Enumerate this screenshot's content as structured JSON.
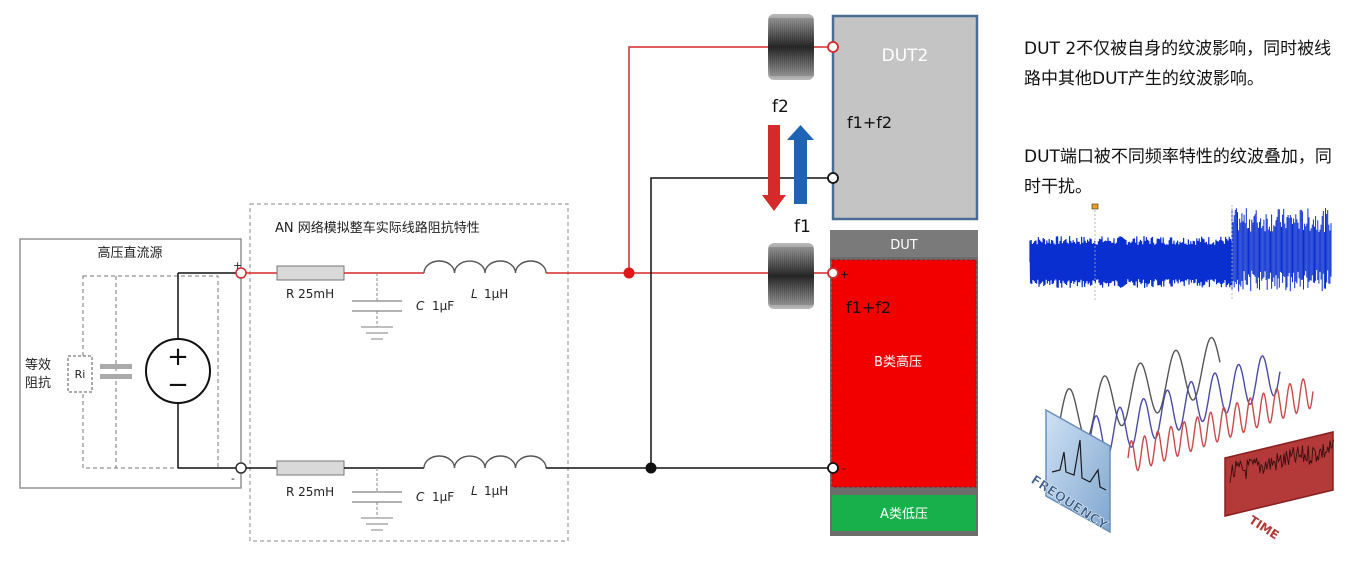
{
  "source": {
    "title": "高压直流源",
    "impedance_label_line1": "等效",
    "impedance_label_line2": "阻抗",
    "ri": "Ri",
    "plus": "+",
    "minus": "-"
  },
  "an": {
    "title": "AN 网络模拟整车实际线路阻抗特性",
    "r_top": "R 25mH",
    "r_bottom": "R 25mH",
    "c_sym": "C",
    "c_value": "1μF",
    "l_sym": "L",
    "l_value": "1μH"
  },
  "freq": {
    "f1": "f1",
    "f2": "f2",
    "dut2_sum": "f1+f2",
    "dut_sum": "f1+f2"
  },
  "dut2": {
    "label": "DUT2"
  },
  "dut": {
    "label": "DUT",
    "b_label": "B类高压",
    "a_label": "A类低压",
    "plus": "+",
    "minus": "-"
  },
  "notes": {
    "p1": "DUT 2不仅被自身的纹波影响，同时被线路中其他DUT产生的纹波影响。",
    "p2": "DUT端口被不同频率特性的纹波叠加，同时干扰。"
  },
  "illustration": {
    "frequency_label": "FREQUENCY",
    "time_label": "TIME"
  },
  "colors": {
    "red_wire": "#d42a2a",
    "dut_red": "#f20000",
    "dut_green": "#17b04a",
    "gray_box": "#c4c4c4",
    "arrow_blue": "#1f63b4",
    "wave_blue": "#0a2fd0"
  }
}
